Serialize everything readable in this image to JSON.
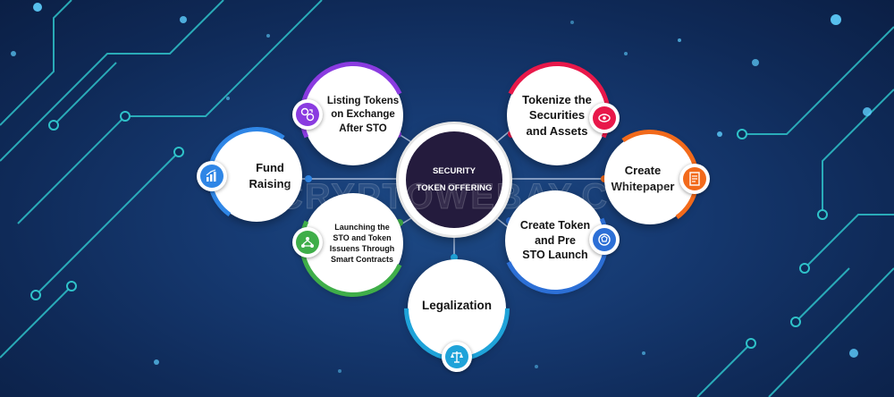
{
  "center": {
    "line1": "SECURITY",
    "line2": "TOKEN OFFERING"
  },
  "watermark": "CRYPTOWEBAY.COM",
  "nodes": {
    "listing": {
      "label": "Listing Tokens\non Exchange\nAfter STO",
      "color": "#8a3be0",
      "icon": "token-exchange-icon"
    },
    "tokenize": {
      "label": "Tokenize the\nSecurities\nand Assets",
      "color": "#e8184a",
      "icon": "coin-icon"
    },
    "fund": {
      "label": "Fund Raising",
      "color": "#2f86e6",
      "icon": "growth-chart-icon"
    },
    "whitepaper": {
      "label": "Create\nWhitepaper",
      "color": "#f26a1b",
      "icon": "document-icon"
    },
    "launching": {
      "label": "Launching the\nSTO and Token\nIssuens Through\nSmart Contracts",
      "color": "#3fae49",
      "icon": "launch-network-icon"
    },
    "createtoken": {
      "label": "Create Token\nand Pre\nSTO Launch",
      "color": "#2c6fd6",
      "icon": "token-shield-icon"
    },
    "legal": {
      "label": "Legalization",
      "color": "#1fa3d9",
      "icon": "scale-icon"
    }
  }
}
